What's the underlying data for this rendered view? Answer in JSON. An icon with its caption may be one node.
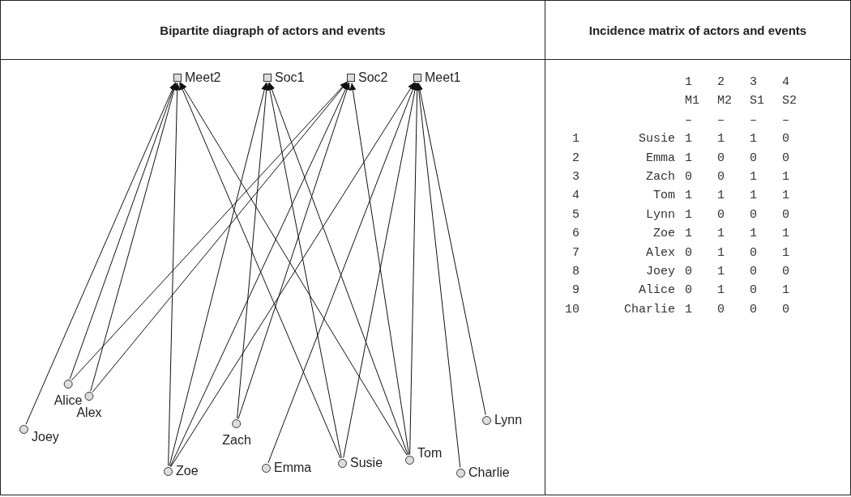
{
  "diagram": {
    "nodes": [
      {
        "text": [
          "Bipartite diagraph of actors and events"
        ]
      },
      {
        "text": [
          "Incidence matrix of actors and events"
        ]
      },
      {
        "text": [
          "Meet2"
        ],
        "in": 0
      },
      {
        "text": [
          "Soc1"
        ],
        "in": 0
      },
      {
        "text": [
          "Soc2"
        ],
        "in": 0
      },
      {
        "text": [
          "Meet1"
        ],
        "in": 0
      },
      {
        "text": [
          "Alice"
        ],
        "in": 0
      },
      {
        "text": [
          "Joey"
        ],
        "in": 0
      },
      {
        "text": [
          "Alex"
        ],
        "in": 0
      },
      {
        "text": [
          "Zach"
        ],
        "in": 0
      },
      {
        "text": [
          "Zoe"
        ],
        "in": 0
      },
      {
        "text": [
          "Emma"
        ],
        "in": 0
      },
      {
        "text": [
          "Susie"
        ],
        "in": 0
      },
      {
        "text": [
          "Tom"
        ],
        "in": 0
      },
      {
        "text": [
          "Lynn"
        ],
        "in": 0
      },
      {
        "text": [
          "Charlie"
        ],
        "in": 0
      }
    ],
    "edges": [
      {
        "from": 12,
        "to": 5,
        "arrow": "to"
      },
      {
        "from": 12,
        "to": 2,
        "arrow": "to"
      },
      {
        "from": 12,
        "to": 3,
        "arrow": "to"
      },
      {
        "from": 11,
        "to": 5,
        "arrow": "to"
      },
      {
        "from": 9,
        "to": 3,
        "arrow": "to"
      },
      {
        "from": 9,
        "to": 4,
        "arrow": "to"
      },
      {
        "from": 13,
        "to": 5,
        "arrow": "to"
      },
      {
        "from": 13,
        "to": 2,
        "arrow": "to"
      },
      {
        "from": 13,
        "to": 3,
        "arrow": "to"
      },
      {
        "from": 13,
        "to": 4,
        "arrow": "to"
      },
      {
        "from": 14,
        "to": 5,
        "arrow": "to"
      },
      {
        "from": 10,
        "to": 5,
        "arrow": "to"
      },
      {
        "from": 10,
        "to": 2,
        "arrow": "to"
      },
      {
        "from": 10,
        "to": 3,
        "arrow": "to"
      },
      {
        "from": 10,
        "to": 4,
        "arrow": "to"
      },
      {
        "from": 8,
        "to": 2,
        "arrow": "to"
      },
      {
        "from": 8,
        "to": 4,
        "arrow": "to"
      },
      {
        "from": 7,
        "to": 2,
        "arrow": "to"
      },
      {
        "from": 6,
        "to": 2,
        "arrow": "to"
      },
      {
        "from": 6,
        "to": 4,
        "arrow": "to"
      },
      {
        "from": 15,
        "to": 5,
        "arrow": "to"
      }
    ],
    "labels": [
      "1",
      "2",
      "3",
      "4",
      "M1",
      "M2",
      "S1",
      "S2",
      "–",
      "–",
      "–",
      "–",
      "1",
      "Susie",
      "1",
      "1",
      "1",
      "0",
      "2",
      "Emma",
      "1",
      "0",
      "0",
      "0",
      "3",
      "Zach",
      "0",
      "0",
      "1",
      "1",
      "4",
      "Tom",
      "1",
      "1",
      "1",
      "1",
      "5",
      "Lynn",
      "1",
      "0",
      "0",
      "0",
      "6",
      "Zoe",
      "1",
      "1",
      "1",
      "1",
      "7",
      "Alex",
      "0",
      "1",
      "0",
      "1",
      "8",
      "Joey",
      "0",
      "1",
      "0",
      "0",
      "9",
      "Alice",
      "0",
      "1",
      "0",
      "1",
      "10",
      "Charlie",
      "1",
      "0",
      "0",
      "0"
    ]
  }
}
